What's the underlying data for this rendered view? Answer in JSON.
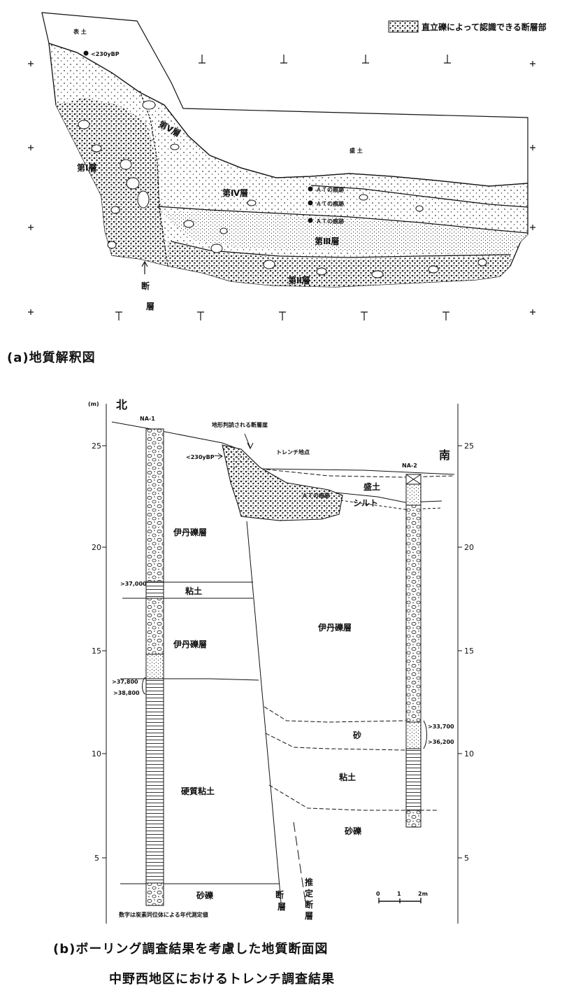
{
  "fig_a": {
    "legend": "直立礫によって認識できる断層部",
    "topsoil": "表 土",
    "fill": "盛 土",
    "date": "<230yBP",
    "layer1": "第Ⅰ層",
    "layer2": "第Ⅱ層",
    "layer3": "第Ⅲ層",
    "layer4": "第Ⅳ層",
    "layer5": "第Ⅴ層",
    "at_trace": "ＡＴの痕跡",
    "fault_char1": "断",
    "fault_char2": "層",
    "caption": "(a)地質解釈図"
  },
  "fig_b": {
    "unit": "(m)",
    "north": "北",
    "south": "南",
    "bh1": "NA-1",
    "bh2": "NA-2",
    "scarp": "地形判読される断層崖",
    "trench_site": "トレンチ地点",
    "date": "<230yBP",
    "fill": "盛土",
    "silt": "シルト",
    "at_trace": "ＡＴの痕跡",
    "itami1": "伊丹礫層",
    "itami2": "伊丹礫層",
    "itami3": "伊丹礫層",
    "clay1": "粘土",
    "clay2": "粘土",
    "sand": "砂",
    "hard_clay": "硬質粘土",
    "gravel1": "砂礫",
    "gravel2": "砂礫",
    "age1": ">37,000",
    "age2": ">37,800",
    "age3": ">38,800",
    "age4": ">33,700",
    "age5": ">36,200",
    "fault1": "断",
    "fault2": "層",
    "inferred1": "推",
    "inferred2": "定",
    "inferred3": "断",
    "inferred4": "層",
    "note": "数字は炭素同位体による年代測定値",
    "ticks": [
      "25",
      "20",
      "15",
      "10",
      "5"
    ],
    "scale0": "0",
    "scale1": "1",
    "scale2": "2m",
    "caption": "(b)ボーリング調査結果を考慮した地質断面図"
  },
  "title": "中野西地区におけるトレンチ調査結果"
}
